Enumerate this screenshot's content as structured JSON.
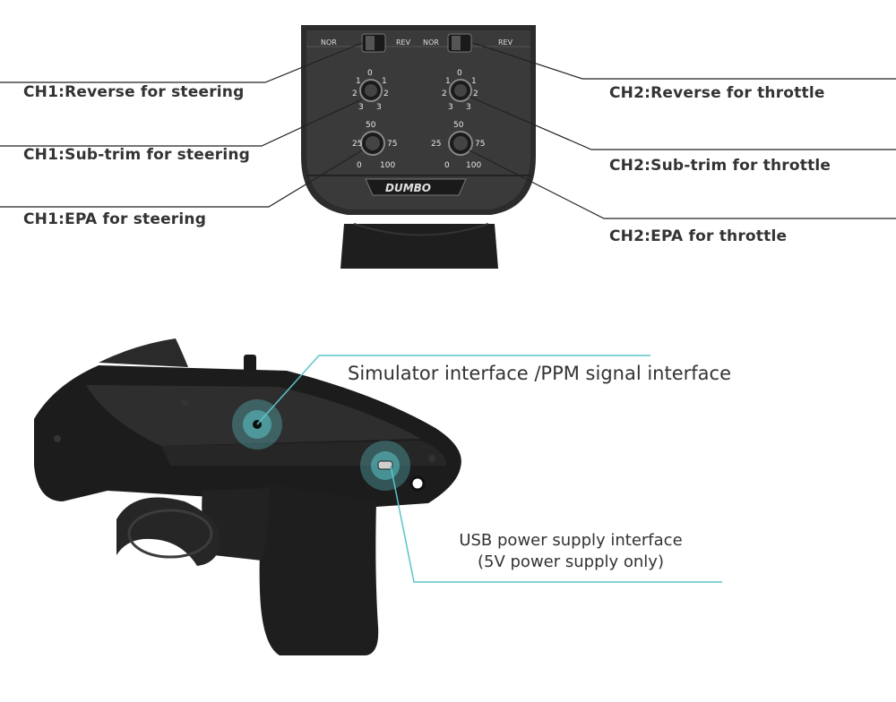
{
  "top": {
    "switch_left": {
      "left": "NOR",
      "right": "REV"
    },
    "switch_right": {
      "left": "NOR",
      "right": "REV"
    },
    "reverse_dial_marks": [
      "0",
      "1",
      "2",
      "3",
      "1",
      "2",
      "3"
    ],
    "subtrim_dial_marks": [
      "50",
      "25",
      "75",
      "0",
      "100"
    ],
    "subtrim_dial_marks_right": [
      "50",
      "25",
      "75",
      "0",
      "100"
    ],
    "logo": "DUMBO",
    "labels": {
      "ch1_reverse": "CH1:Reverse for steering",
      "ch1_subtrim": "CH1:Sub-trim for steering",
      "ch1_epa": "CH1:EPA for steering",
      "ch2_reverse": "CH2:Reverse for throttle",
      "ch2_subtrim": "CH2:Sub-trim for throttle",
      "ch2_epa": "CH2:EPA for throttle"
    }
  },
  "bottom": {
    "simulator_label": "Simulator interface /PPM signal interface",
    "usb_label_line1": "USB power supply interface",
    "usb_label_line2": "(5V power supply only)",
    "accent_color": "#5bc4c8"
  }
}
